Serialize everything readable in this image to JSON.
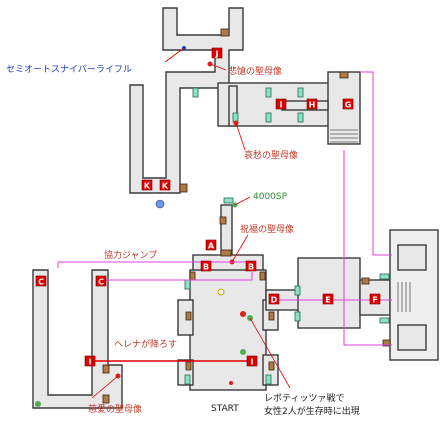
{
  "labels": {
    "semiauto": "セミオートスナイパーライフル",
    "hiso": "悲愴の聖母像",
    "aishu": "哀愁の聖母像",
    "sp4000": "4000SP",
    "shukufuku": "祝福の聖母像",
    "kyouryoku": "協力ジャンプ",
    "helena": "ヘレナが降ろす",
    "jiai": "慈愛の聖母像",
    "start": "START",
    "repo1": "レポティッツァ戦で",
    "repo2": "女性2人が生存時に出現"
  },
  "markers": [
    "A",
    "B",
    "C",
    "C",
    "D",
    "E",
    "F",
    "G",
    "H",
    "I",
    "J",
    "K",
    "K"
  ],
  "hatch_marks": [
    "I",
    "I"
  ],
  "colors": {
    "marker": "#e00000",
    "route": "#e040e0",
    "door": "#b07a45",
    "gate": "#8fe0c6",
    "blue_text": "#1f3fbf",
    "red_text": "#c0392b",
    "green_text": "#2f8f2f"
  }
}
